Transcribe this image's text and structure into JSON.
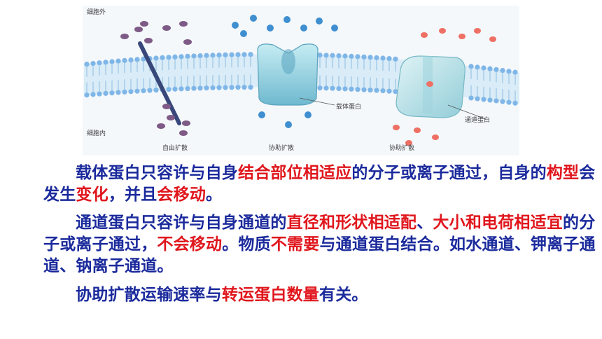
{
  "figure": {
    "label_outside": "细胞外",
    "label_inside": "细胞内",
    "label_carrier": "载体蛋白",
    "label_channel": "通道蛋白",
    "caption_free": "自由扩散",
    "caption_facilitated_1": "协助扩散",
    "caption_facilitated_2": "协助扩散",
    "colors": {
      "membrane_head": "#7fb6e8",
      "membrane_tail": "#9cc4e4",
      "free_particle": "#7e5a86",
      "carrier_particle": "#3f8fd0",
      "channel_particle": "#ee6f63",
      "carrier_protein": "#9fd3e0",
      "channel_protein": "#bfe3e8"
    }
  },
  "paragraphs": [
    {
      "segments": [
        {
          "text": "载体蛋白只容许与自身",
          "highlight": false
        },
        {
          "text": "结合部位相适应",
          "highlight": true
        },
        {
          "text": "的分子或离子通过，自身的",
          "highlight": false
        },
        {
          "text": "构型",
          "highlight": true
        },
        {
          "text": "会发生",
          "highlight": false
        },
        {
          "text": "变化",
          "highlight": true
        },
        {
          "text": "，并且",
          "highlight": false
        },
        {
          "text": "会移动",
          "highlight": true
        },
        {
          "text": "。",
          "highlight": false
        }
      ]
    },
    {
      "segments": [
        {
          "text": "通道蛋白只容许与自身通道的",
          "highlight": false
        },
        {
          "text": "直径和形状相适配",
          "highlight": true
        },
        {
          "text": "、",
          "highlight": false
        },
        {
          "text": "大小和电荷相适宜",
          "highlight": true
        },
        {
          "text": "的分子或离子通过，",
          "highlight": false
        },
        {
          "text": "不会移动",
          "highlight": true
        },
        {
          "text": "。物质",
          "highlight": false
        },
        {
          "text": "不需要",
          "highlight": true
        },
        {
          "text": "与通道蛋白结合。如水通道、钾离子通道、钠离子通道。",
          "highlight": false
        }
      ]
    },
    {
      "segments": [
        {
          "text": "协助扩散运输速率与",
          "highlight": false
        },
        {
          "text": "转运蛋白数量",
          "highlight": true
        },
        {
          "text": "有关。",
          "highlight": false
        }
      ]
    }
  ]
}
